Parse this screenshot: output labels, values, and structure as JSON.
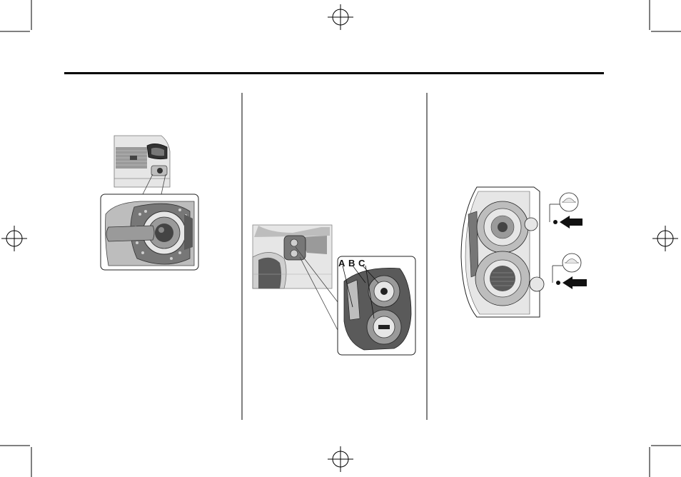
{
  "colors": {
    "ink": "#111111",
    "rule": "#000000",
    "panel_gray": "#e6e6e6",
    "mid_gray": "#bdbdbd",
    "dark_gray": "#5a5a5a"
  },
  "icons": [
    "registration-mark-icon",
    "arrow-icon"
  ],
  "figures": {
    "taillamp_callouts": {
      "a": "A",
      "b": "B",
      "c": "C"
    }
  }
}
